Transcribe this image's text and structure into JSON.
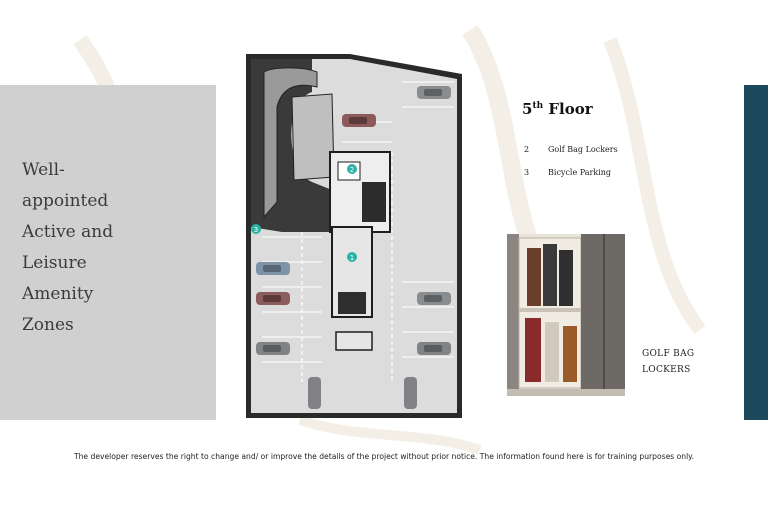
{
  "tagline": [
    "Well-",
    "appointed",
    "Active and",
    "Leisure",
    "Amenity",
    "Zones"
  ],
  "floor": {
    "number": "5",
    "suffix": "th",
    "word": "Floor"
  },
  "legend": [
    {
      "num": "2",
      "label": "Golf Bag Lockers"
    },
    {
      "num": "3",
      "label": "Bicycle Parking"
    }
  ],
  "plan_markers": [
    "1",
    "2",
    "3"
  ],
  "photo_caption": [
    "GOLF BAG",
    "LOCKERS"
  ],
  "disclaimer": "The developer reserves the right to change and/ or improve the details of the project without prior notice. The information found here is  for training purposes only.",
  "colors": {
    "panel": "#d0d0d0",
    "accent_bar": "#1c4a5c",
    "marker": "#2bb3a6",
    "plan_fill": "#dcdcdc",
    "plan_wall": "#2a2a2a"
  },
  "icons": {
    "marker": "numbered-teal-circle",
    "car": "car-top-view"
  }
}
